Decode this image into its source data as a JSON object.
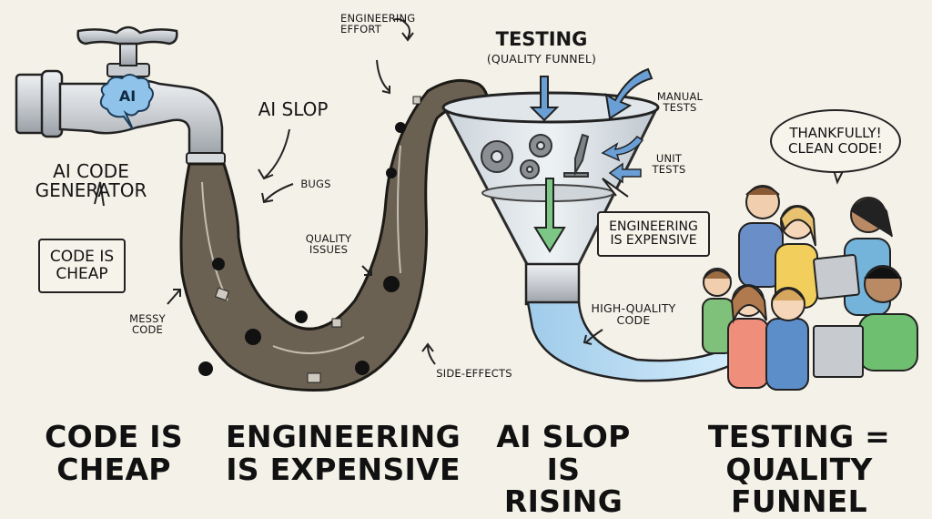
{
  "illustration": {
    "background": "#f4f1e8",
    "colors": {
      "slop": "#6b6152",
      "slop_dark": "#3e372e",
      "water": "#a9d2ee",
      "arrow_blue": "#6a9fd6",
      "arrow_green": "#7cc785",
      "brain": "#8fc3ea",
      "metal": "#c9ccd0"
    }
  },
  "faucet": {
    "brain_label": "AI",
    "title": "AI CODE\nGENERATOR",
    "callout": "CODE IS\nCHEAP"
  },
  "slop_annotations": {
    "ai_slop": "AI SLOP",
    "bugs": "BUGS",
    "quality_issues": "QUALITY\nISSUES",
    "messy_code": "MESSY\nCODE",
    "side_effects": "SIDE-EFFECTS",
    "engineering_effort": "ENGINEERING\nEFFORT"
  },
  "funnel": {
    "title": "TESTING",
    "subtitle": "(QUALITY FUNNEL)",
    "manual_tests": "MANUAL\nTESTS",
    "unit_tests": "UNIT\nTESTS",
    "callout": "ENGINEERING\nIS EXPENSIVE",
    "output_label": "HIGH-QUALITY\nCODE"
  },
  "people": {
    "speech": "THANKFULLY!\nCLEAN CODE!"
  },
  "bottom_captions": [
    "CODE IS\nCHEAP",
    "ENGINEERING\nIS EXPENSIVE",
    "AI SLOP\nIS RISING",
    "TESTING =\nQUALITY FUNNEL"
  ]
}
